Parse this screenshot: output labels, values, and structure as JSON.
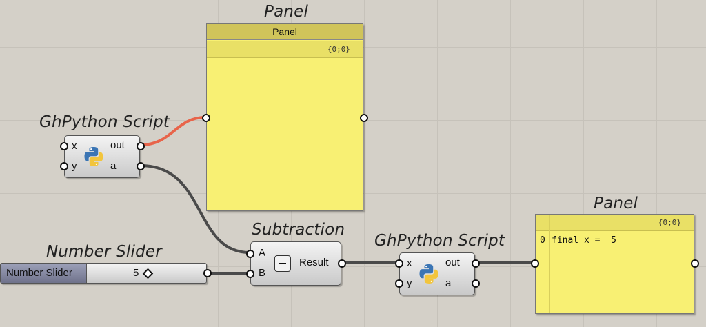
{
  "canvas": {
    "labels": {
      "panel_top": "Panel",
      "python_top": "GhPython Script",
      "subtraction": "Subtraction",
      "number_slider": "Number Slider",
      "python_bottom": "GhPython Script",
      "panel_bottom": "Panel"
    },
    "python_top": {
      "input_x": "x",
      "input_y": "y",
      "output_out": "out",
      "output_a": "a"
    },
    "python_bottom": {
      "input_x": "x",
      "input_y": "y",
      "output_out": "out",
      "output_a": "a"
    },
    "subtraction": {
      "input_a": "A",
      "input_b": "B",
      "output": "Result",
      "icon": "minus-icon"
    },
    "slider": {
      "name": "Number Slider",
      "value": "5"
    },
    "panel_top": {
      "header": "Panel",
      "path": "{0;0}"
    },
    "panel_bottom": {
      "path": "{0;0}",
      "index": "0",
      "text": "final x =  5"
    },
    "colors": {
      "wire_active": "#e8644a",
      "wire": "#4a4a4a",
      "panel": "#f8f073"
    }
  }
}
